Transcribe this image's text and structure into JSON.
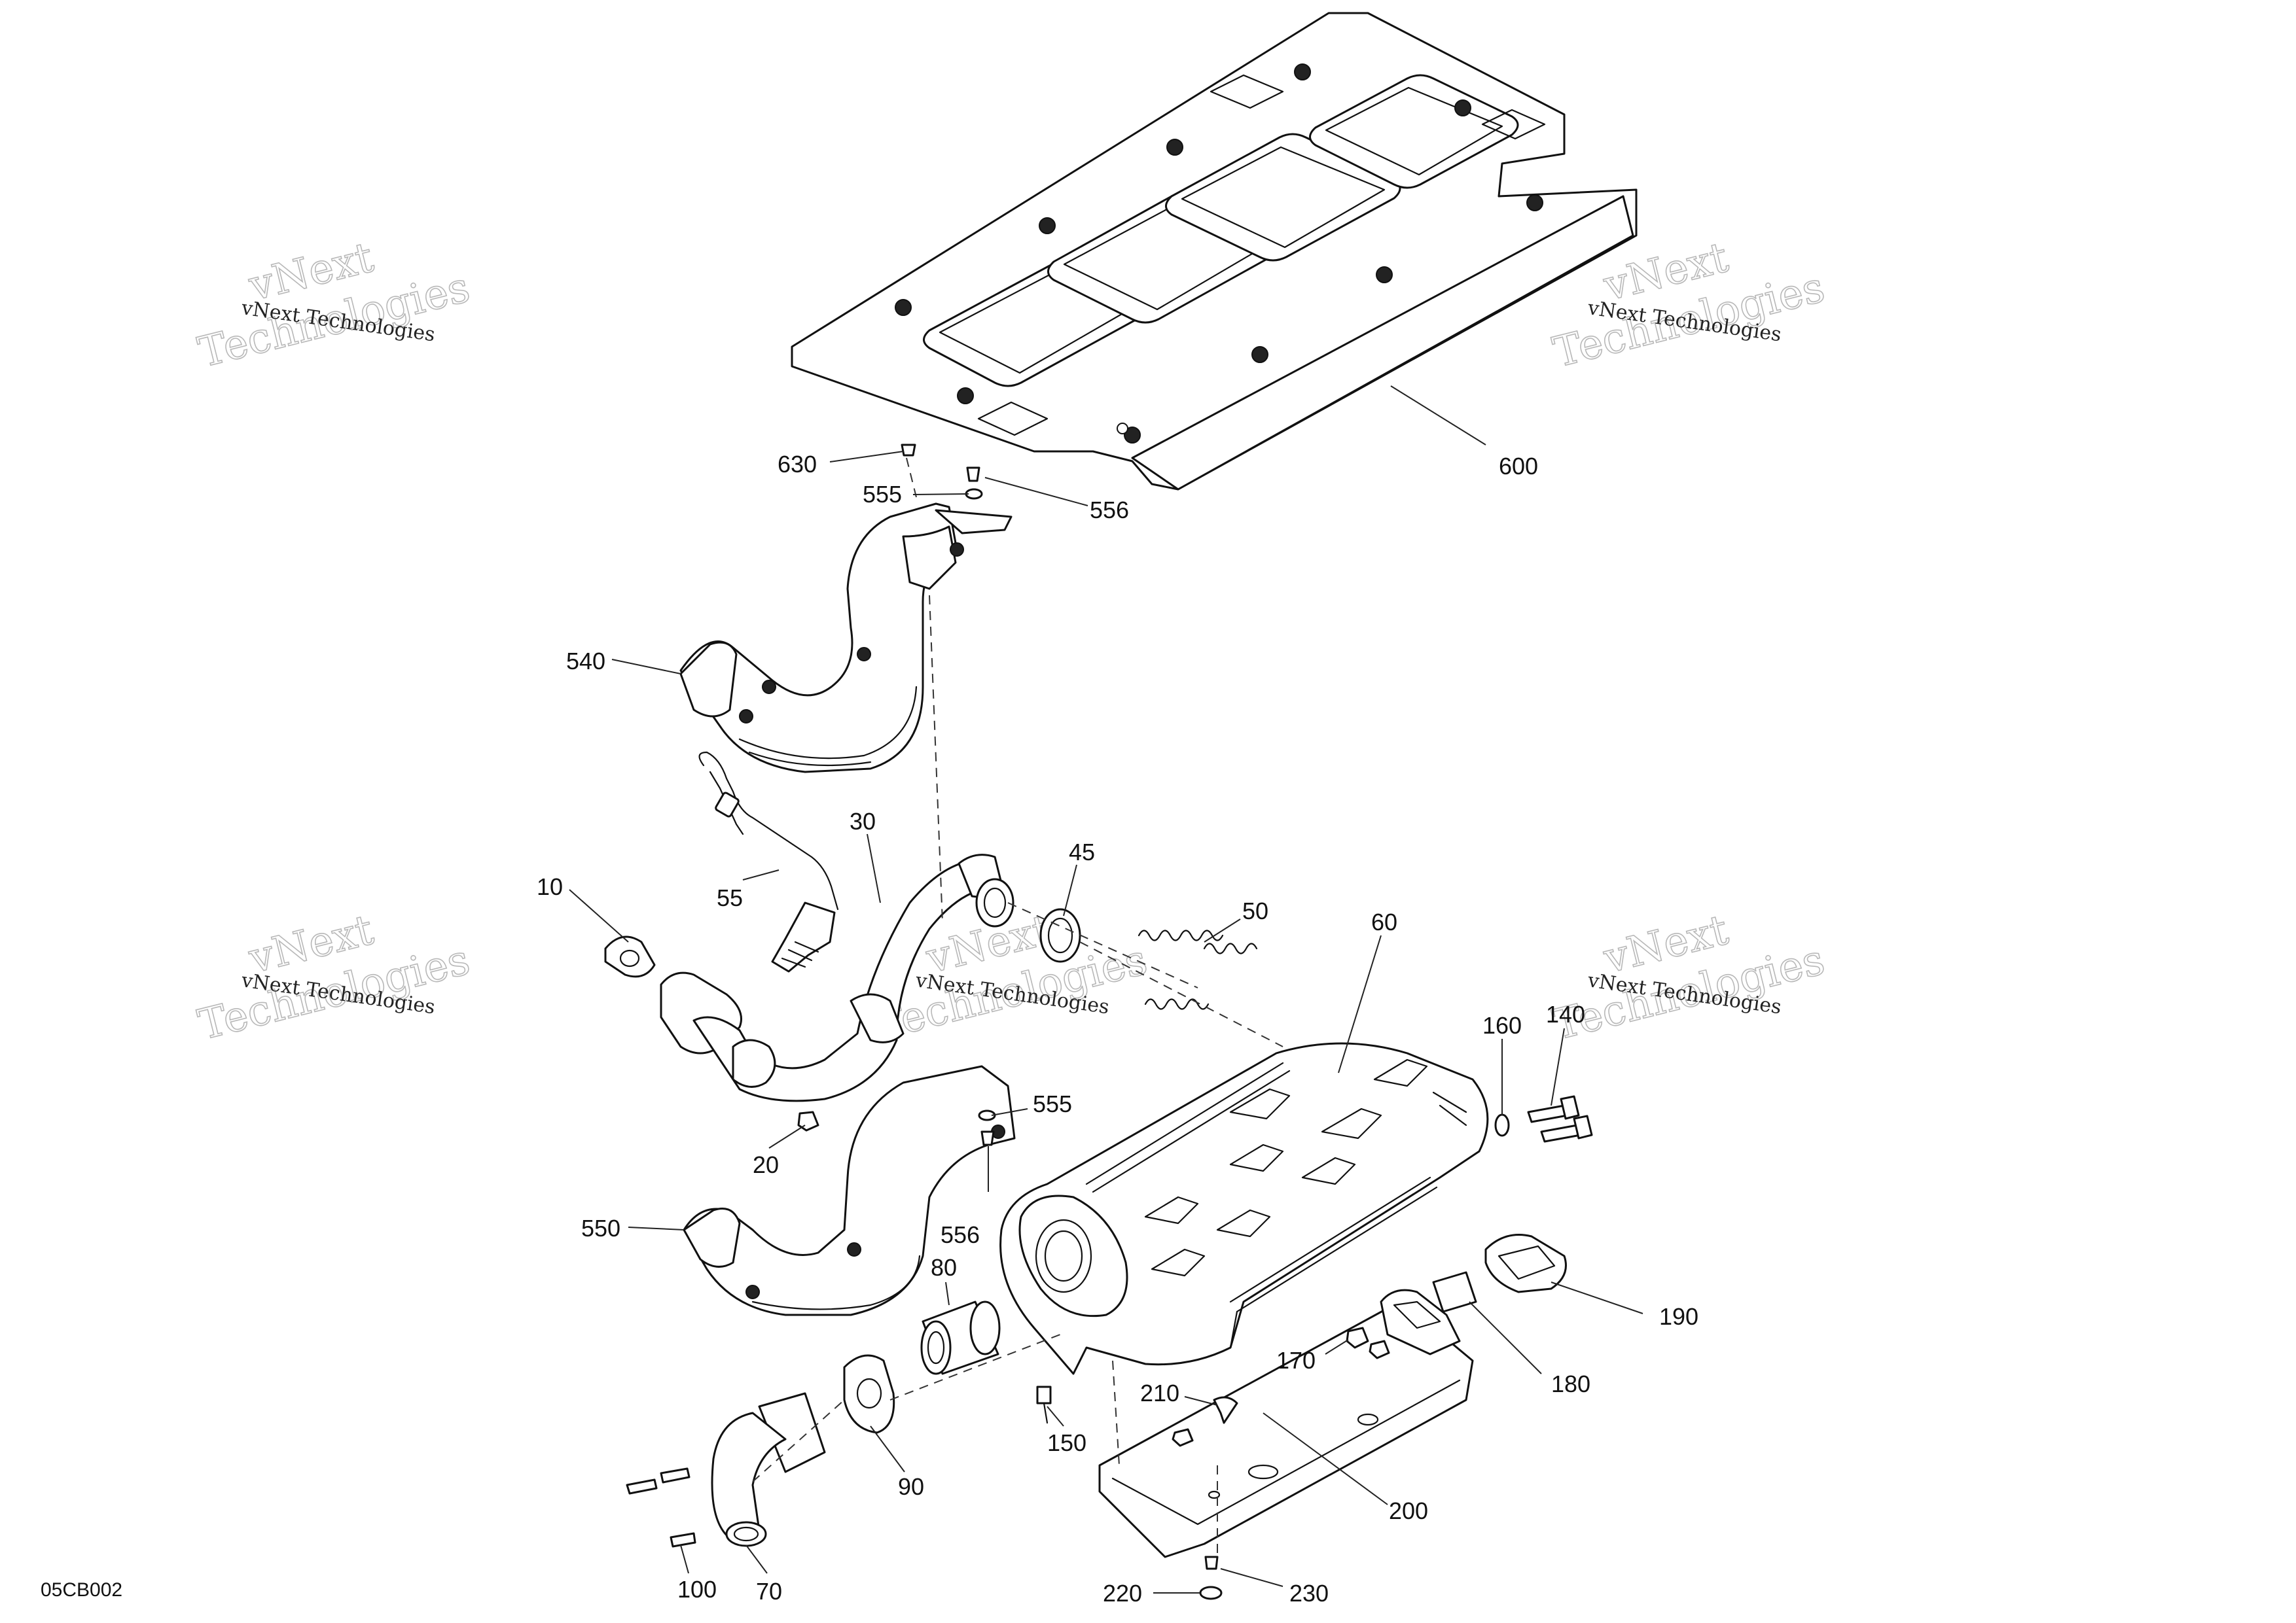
{
  "drawing_code": "05CB002",
  "watermark": {
    "line_1": "vNext",
    "line_2": "Technologies",
    "caption": "vNext Technologies"
  },
  "callouts": [
    {
      "id": "630",
      "label": "630"
    },
    {
      "id": "555a",
      "label": "555"
    },
    {
      "id": "556a",
      "label": "556"
    },
    {
      "id": "600",
      "label": "600"
    },
    {
      "id": "540",
      "label": "540"
    },
    {
      "id": "30",
      "label": "30"
    },
    {
      "id": "10",
      "label": "10"
    },
    {
      "id": "55",
      "label": "55"
    },
    {
      "id": "45",
      "label": "45"
    },
    {
      "id": "50",
      "label": "50"
    },
    {
      "id": "60",
      "label": "60"
    },
    {
      "id": "160",
      "label": "160"
    },
    {
      "id": "140",
      "label": "140"
    },
    {
      "id": "20",
      "label": "20"
    },
    {
      "id": "555b",
      "label": "555"
    },
    {
      "id": "556b",
      "label": "556"
    },
    {
      "id": "550",
      "label": "550"
    },
    {
      "id": "80",
      "label": "80"
    },
    {
      "id": "190",
      "label": "190"
    },
    {
      "id": "170",
      "label": "170"
    },
    {
      "id": "180",
      "label": "180"
    },
    {
      "id": "210",
      "label": "210"
    },
    {
      "id": "150",
      "label": "150"
    },
    {
      "id": "90",
      "label": "90"
    },
    {
      "id": "200",
      "label": "200"
    },
    {
      "id": "100",
      "label": "100"
    },
    {
      "id": "70",
      "label": "70"
    },
    {
      "id": "220",
      "label": "220"
    },
    {
      "id": "230",
      "label": "230"
    }
  ]
}
